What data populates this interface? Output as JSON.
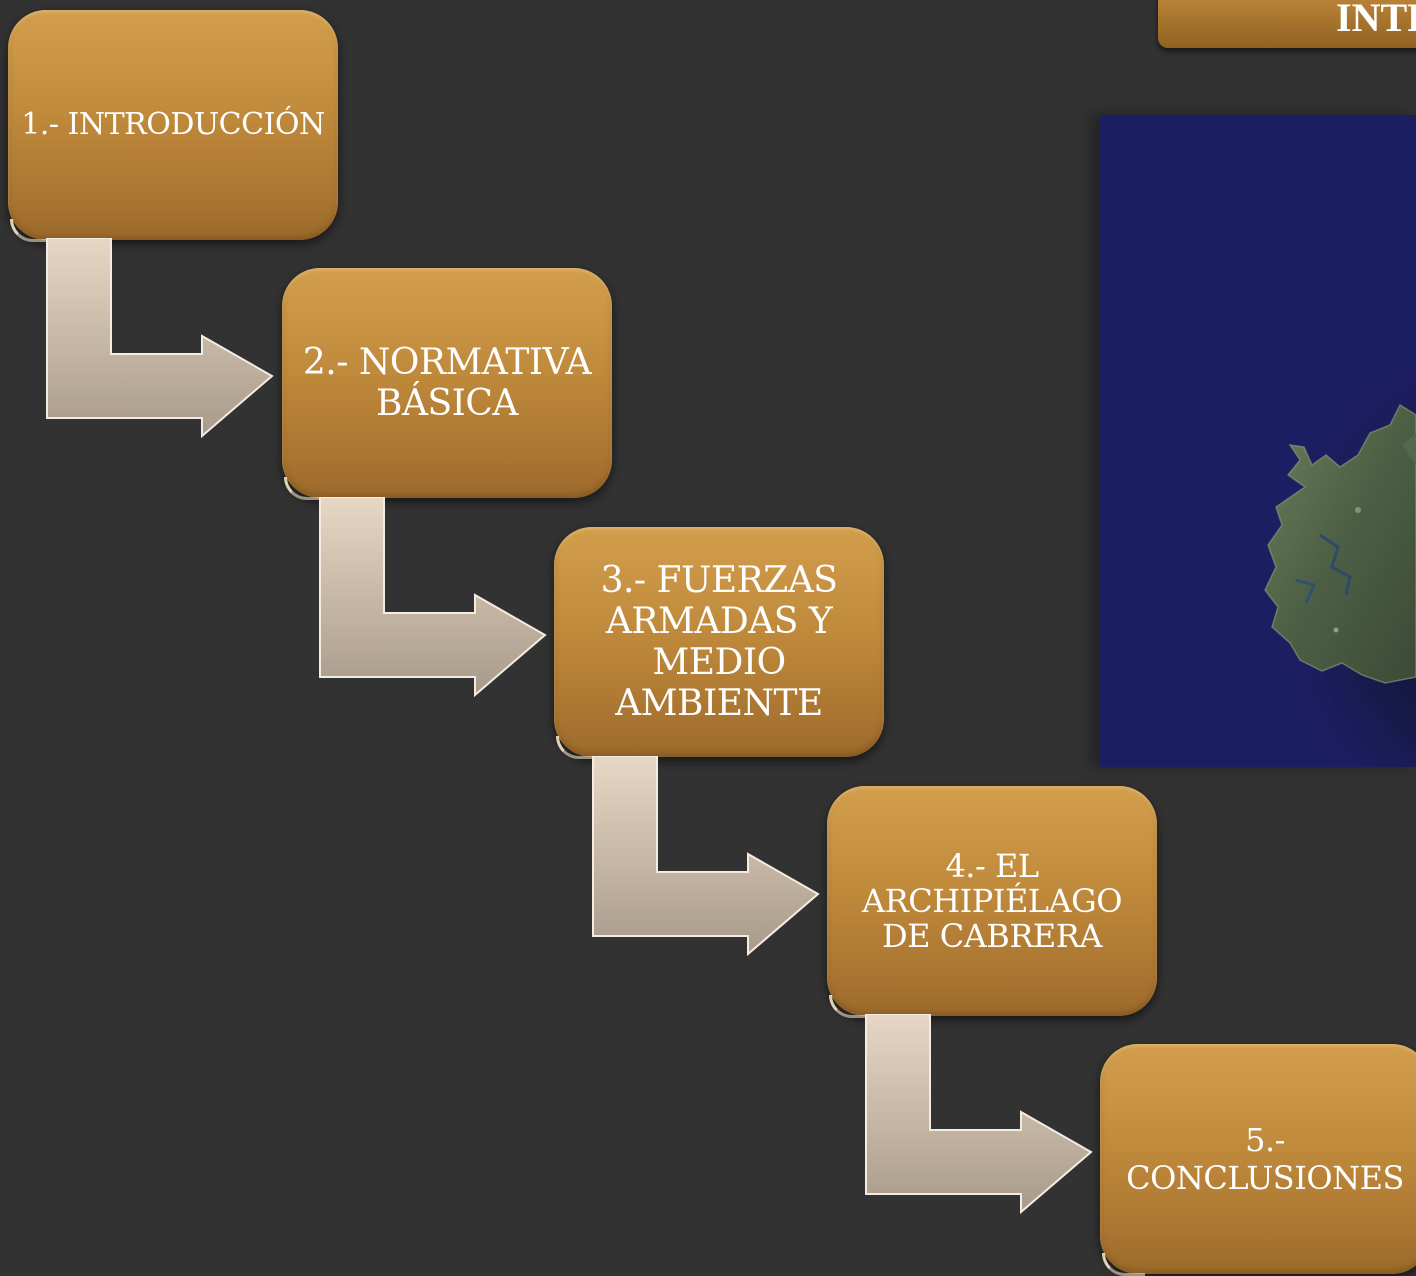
{
  "title": {
    "text": "INTRODUCCIÓN"
  },
  "steps": [
    {
      "label": "1.- INTRODUCCIÓN"
    },
    {
      "label": "2.- NORMATIVA BÁSICA"
    },
    {
      "label": "3.- FUERZAS ARMADAS Y MEDIO AMBIENTE"
    },
    {
      "label": "4.- EL ARCHIPIÉLAGO DE CABRERA"
    },
    {
      "label": "5.- CONCLUSIONES"
    }
  ],
  "colors": {
    "background": "#323232",
    "box_gold": "#c08a3c",
    "arrow_beige": "#d8c9b8",
    "sea_blue": "#1d1f6a"
  }
}
